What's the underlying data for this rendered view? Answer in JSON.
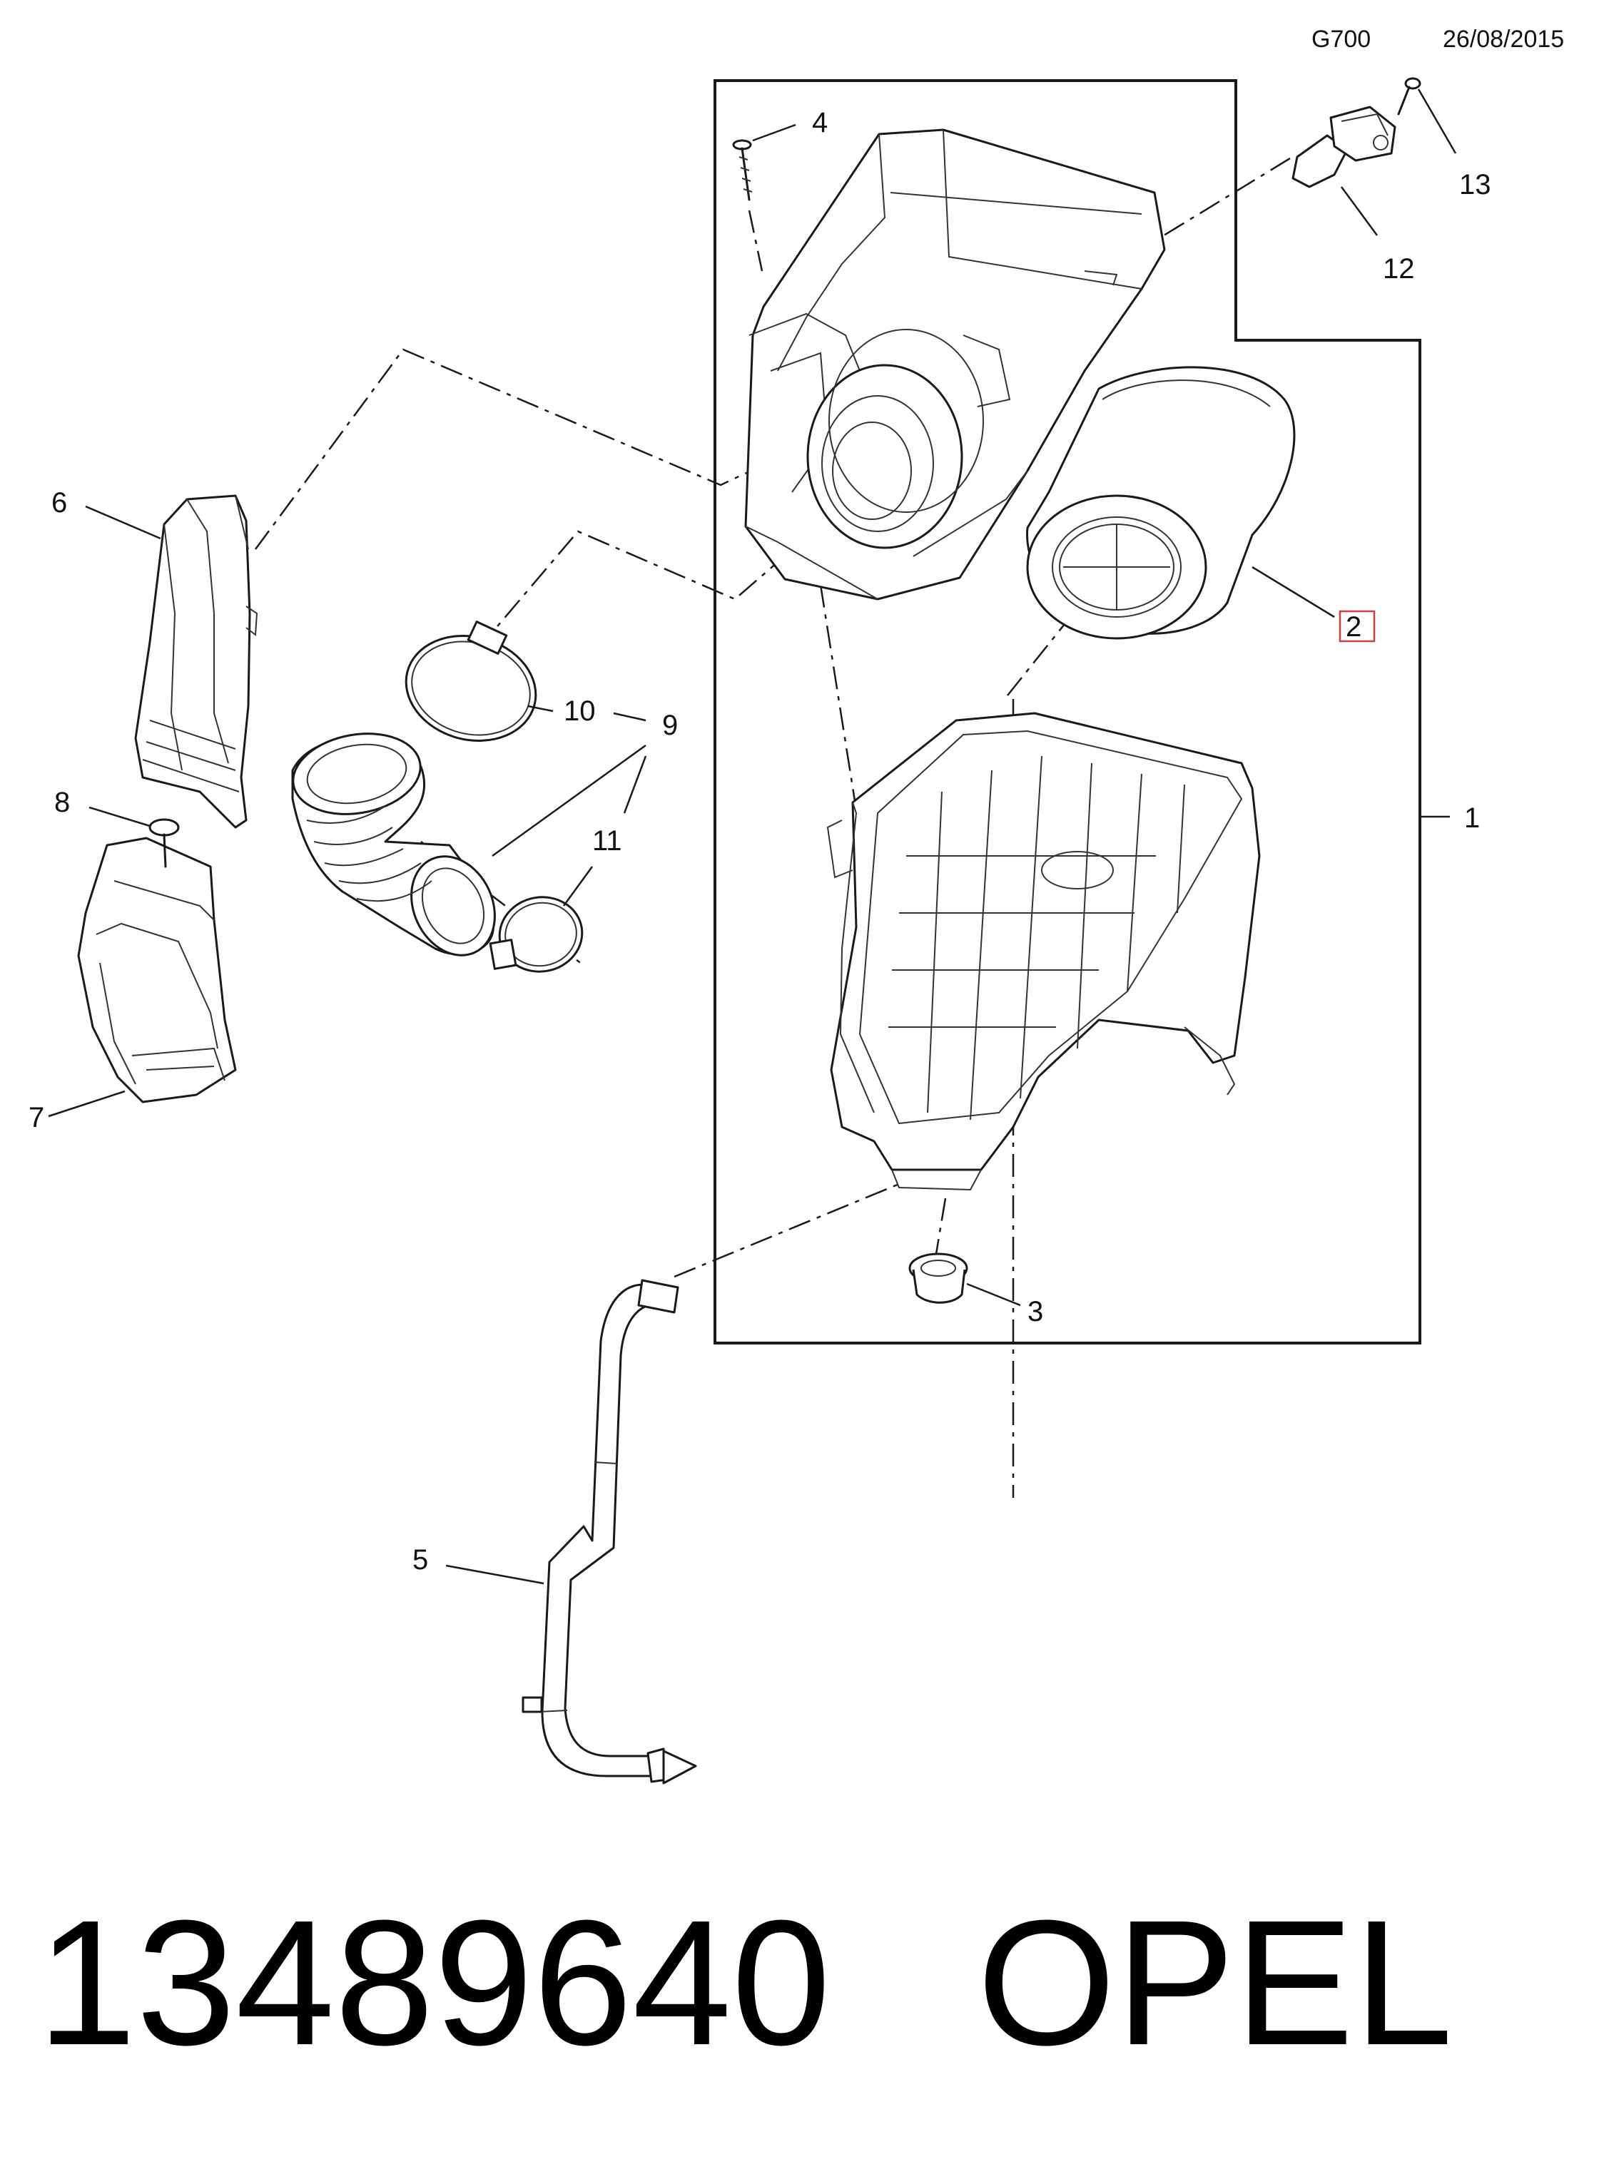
{
  "header": {
    "diagram_code": "G700",
    "date": "26/08/2015"
  },
  "callouts": {
    "c1": "1",
    "c2": "2",
    "c3": "3",
    "c4": "4",
    "c5": "5",
    "c6": "6",
    "c7": "7",
    "c8": "8",
    "c9": "9",
    "c10": "10",
    "c11": "11",
    "c12": "12",
    "c13": "13"
  },
  "footer": {
    "part_number": "13489640",
    "brand": "OPEL"
  },
  "colors": {
    "line": "#1a1a1a",
    "highlight_box": "#d04040",
    "background": "#ffffff"
  }
}
